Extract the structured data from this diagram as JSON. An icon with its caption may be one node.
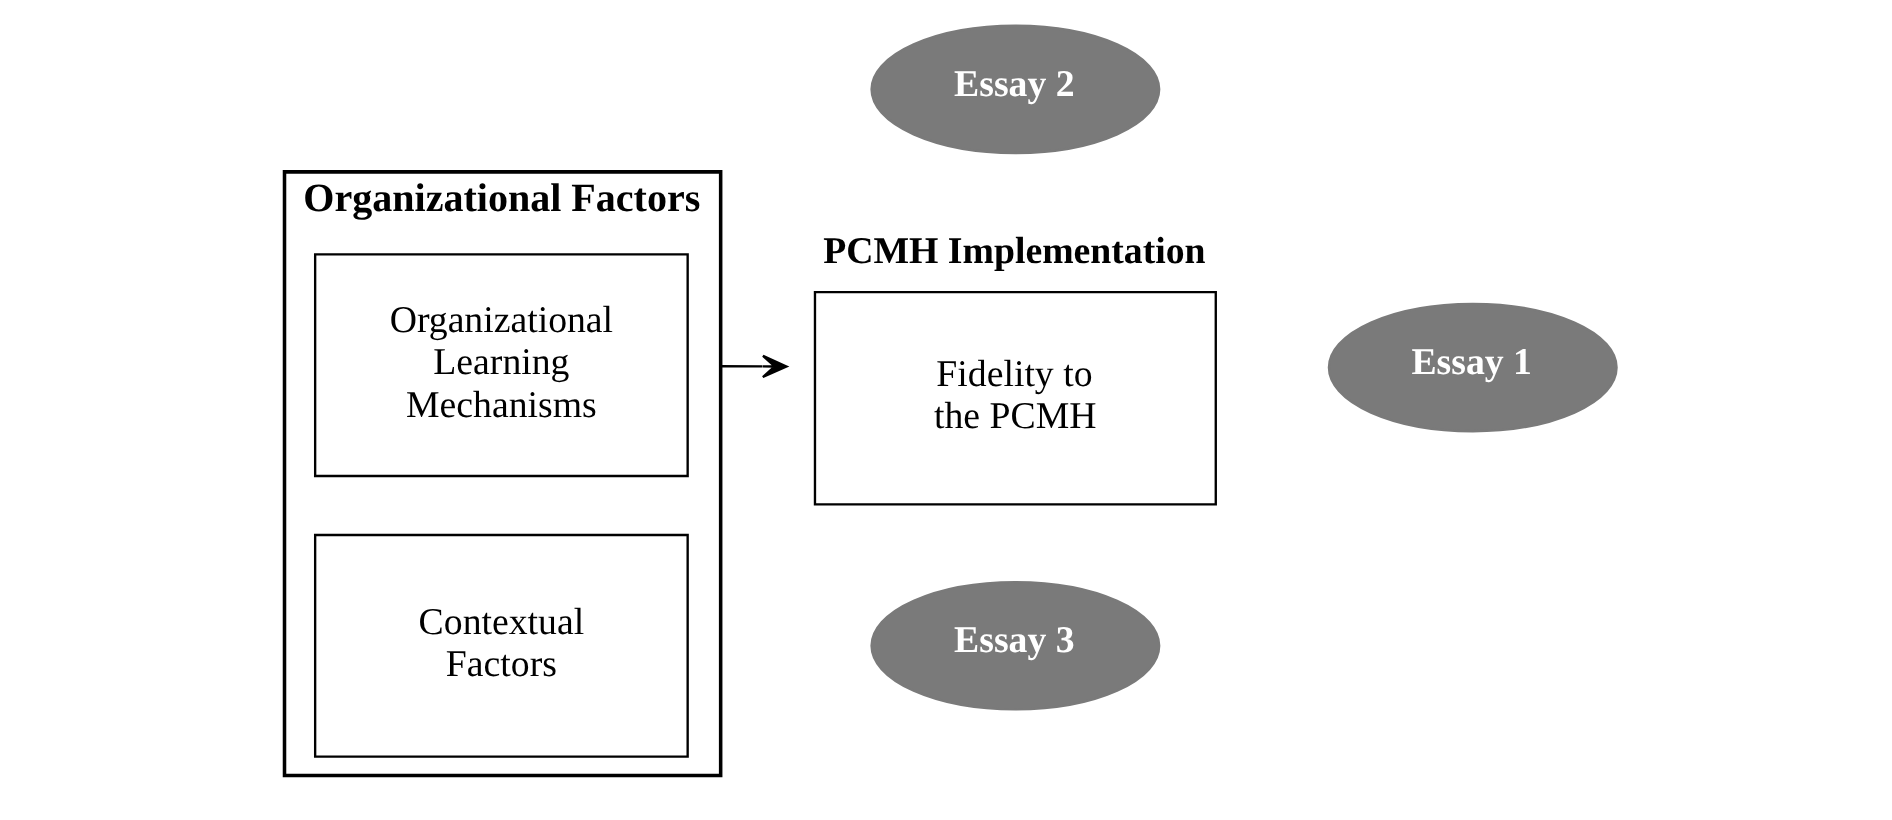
{
  "diagram": {
    "nodes": [
      {
        "text": [
          "Organizational Factors"
        ]
      },
      {
        "text": [
          "Organizational Learning Mechanisms"
        ],
        "in": 0
      },
      {
        "text": [
          "Essay 2"
        ]
      },
      {
        "text": [
          "PCMH Implementation",
          "Fidelity to the PCMH"
        ]
      },
      {
        "text": [
          "Essay 1"
        ]
      },
      {
        "text": [
          "Contextual Factors"
        ],
        "in": 0
      },
      {
        "text": [
          "Essay 3"
        ]
      }
    ],
    "edges": [
      {
        "from": 0,
        "to": 3,
        "arrow": "to"
      }
    ]
  }
}
